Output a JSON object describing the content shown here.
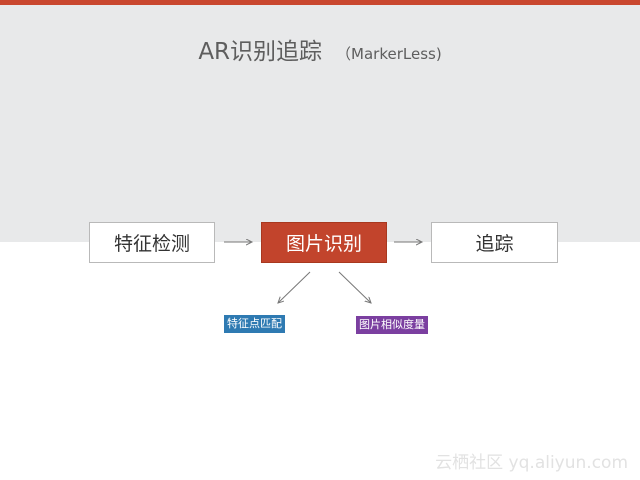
{
  "title": {
    "main": "AR识别追踪",
    "sub": "（MarkerLess)"
  },
  "flow": {
    "left": "特征检测",
    "center": "图片识别",
    "right": "追踪"
  },
  "branches": {
    "left": "特征点匹配",
    "right": "图片相似度量"
  },
  "watermark": "云栖社区 yq.aliyun.com",
  "colors": {
    "accent": "#c9472f",
    "center_box": "#c2442c",
    "tag_blue": "#2e7ab2",
    "tag_purple": "#7b3fa0"
  }
}
